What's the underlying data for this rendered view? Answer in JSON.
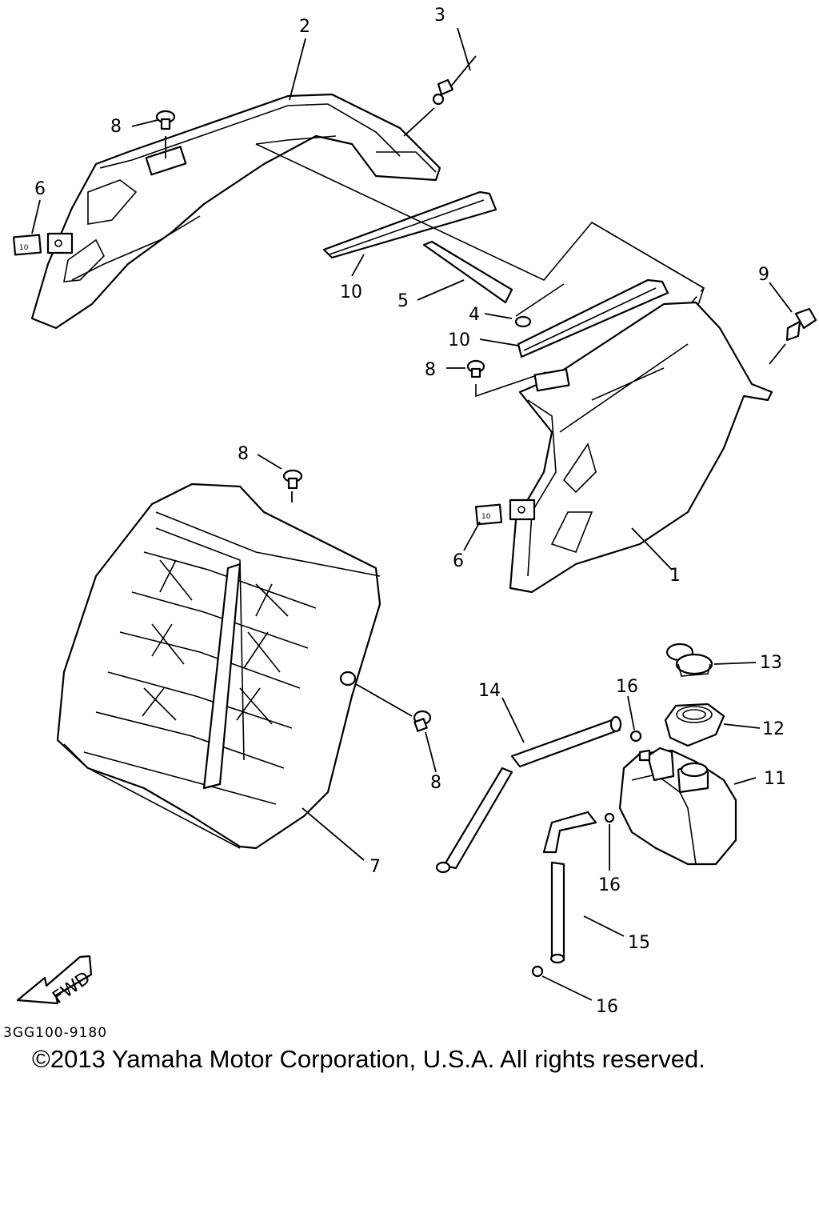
{
  "callouts": {
    "c1": "1",
    "c2": "2",
    "c3": "3",
    "c4": "4",
    "c5": "5",
    "c6a": "6",
    "c6b": "6",
    "c7": "7",
    "c8a": "8",
    "c8b": "8",
    "c8c": "8",
    "c8d": "8",
    "c9": "9",
    "c10a": "10",
    "c10b": "10",
    "c11": "11",
    "c12": "12",
    "c13": "13",
    "c14": "14",
    "c15": "15",
    "c16a": "16",
    "c16b": "16",
    "c16c": "16"
  },
  "fwd_label": "FWD",
  "nut_labels": {
    "left": "10",
    "right": "10"
  },
  "drawing_code": "3GG100-9180",
  "copyright": "©2013 Yamaha Motor Corporation, U.S.A. All rights reserved."
}
